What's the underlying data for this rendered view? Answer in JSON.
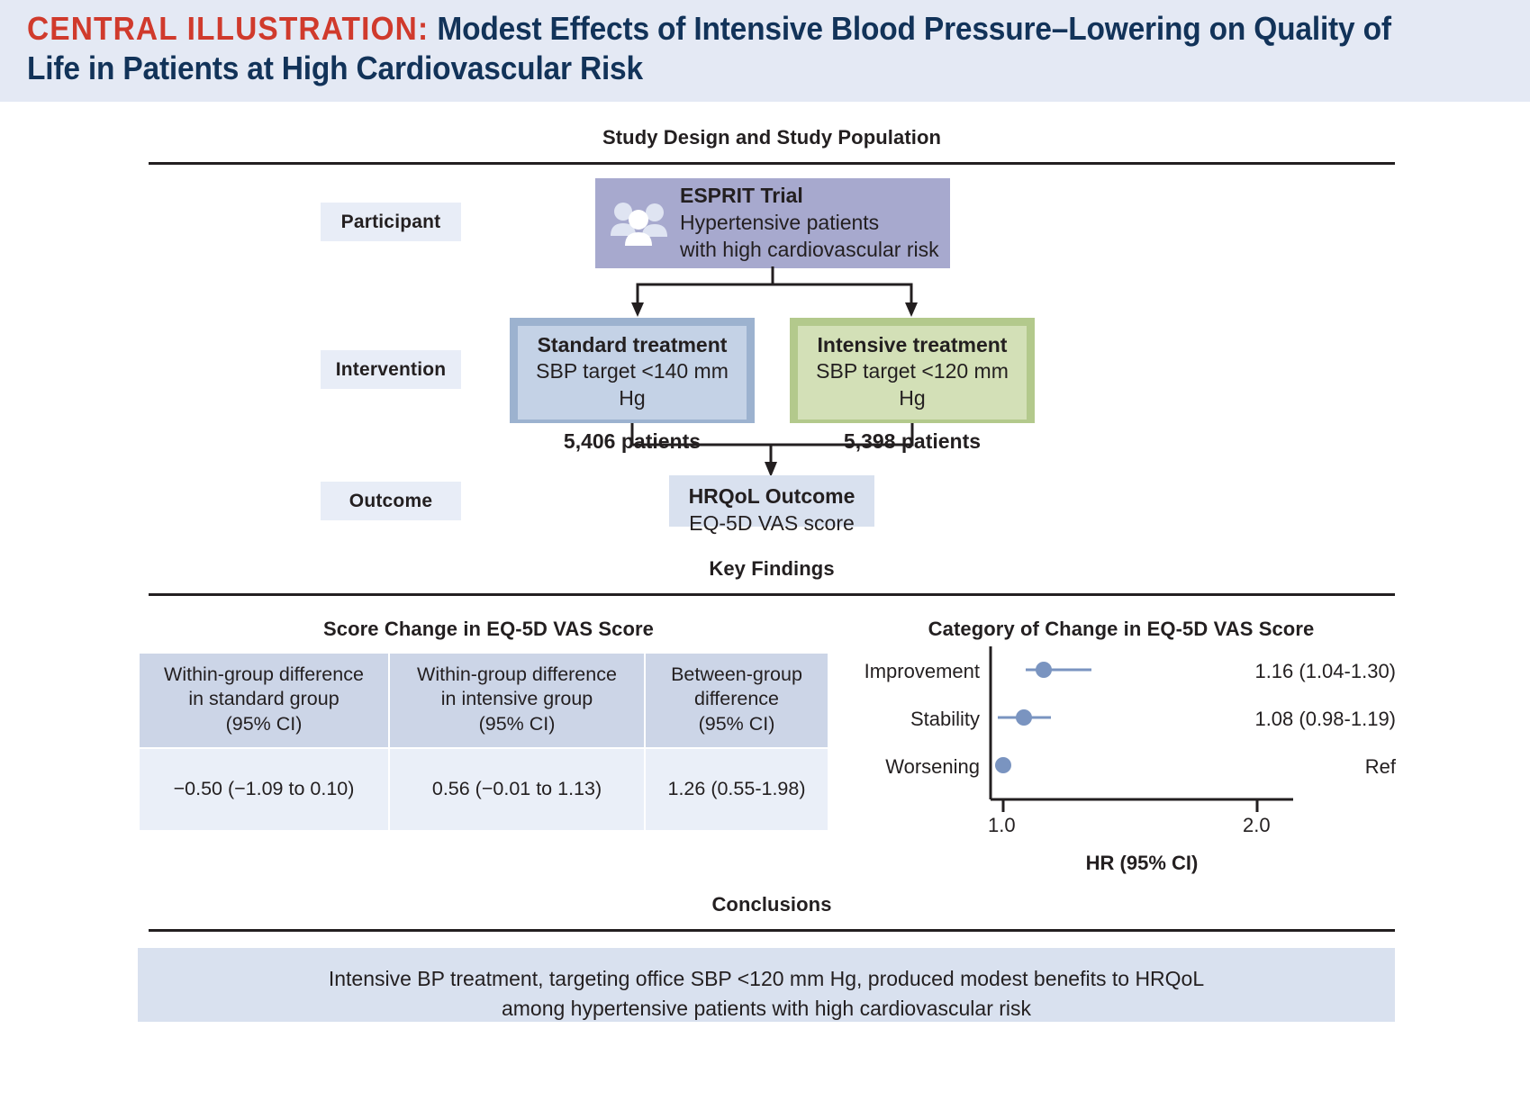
{
  "header": {
    "label": "CENTRAL ILLUSTRATION:",
    "title": "Modest Effects of Intensive Blood Pressure–Lowering on Quality of Life in Patients at High Cardiovascular Risk",
    "label_color": "#d03a2c",
    "title_color": "#123359",
    "banner_color": "#e4e9f4"
  },
  "sections": {
    "study_design": "Study Design and Study Population",
    "key_findings": "Key Findings",
    "conclusions": "Conclusions"
  },
  "flow": {
    "row_labels": {
      "participant": "Participant",
      "intervention": "Intervention",
      "outcome": "Outcome"
    },
    "participant": {
      "title": "ESPRIT Trial",
      "line1": "Hypertensive patients",
      "line2": "with high cardiovascular risk",
      "icon": "people-group-icon",
      "color": "#a7a9ce"
    },
    "standard": {
      "title": "Standard treatment",
      "target": "SBP target <140 mm Hg",
      "count": "5,406 patients",
      "outer_color": "#9cb2cf",
      "inner_color": "#c4d2e6"
    },
    "intensive": {
      "title": "Intensive treatment",
      "target": "SBP target <120 mm Hg",
      "count": "5,398 patients",
      "outer_color": "#b3c98c",
      "inner_color": "#d3e0b7"
    },
    "outcome": {
      "title": "HRQoL Outcome",
      "detail": "EQ-5D VAS score",
      "color": "#d9e1ef"
    }
  },
  "score_change": {
    "title": "Score Change in EQ-5D VAS Score",
    "headers": [
      "Within-group difference\nin standard group\n(95% CI)",
      "Within-group difference\nin intensive group\n(95% CI)",
      "Between-group\ndifference\n(95% CI)"
    ],
    "values": [
      "−0.50 (−1.09 to 0.10)",
      "0.56 (−0.01 to 1.13)",
      "1.26 (0.55-1.98)"
    ]
  },
  "chart_data": {
    "type": "scatter",
    "title": "Category of Change in EQ-5D VAS Score",
    "xlabel": "HR (95% CI)",
    "ylabel": "",
    "xlim": [
      0.95,
      2.12
    ],
    "xticks": [
      1.0,
      2.0
    ],
    "xtick_labels": [
      "1.0",
      "2.0"
    ],
    "grid": false,
    "legend": "none",
    "marker_color": "#7a94c0",
    "line_color": "#7a94c0",
    "categories": [
      "Improvement",
      "Stability",
      "Worsening"
    ],
    "points": [
      {
        "category": "Improvement",
        "hr": 1.16,
        "ci_low": 1.04,
        "ci_high": 1.3,
        "label": "1.16 (1.04-1.30)"
      },
      {
        "category": "Stability",
        "hr": 1.08,
        "ci_low": 0.98,
        "ci_high": 1.19,
        "label": "1.08 (0.98-1.19)"
      },
      {
        "category": "Worsening",
        "hr": 1.0,
        "ci_low": null,
        "ci_high": null,
        "label": "Ref"
      }
    ]
  },
  "conclusion": {
    "line1": "Intensive BP treatment, targeting office SBP <120 mm Hg, produced modest benefits to HRQoL",
    "line2": "among hypertensive patients with high cardiovascular risk",
    "color": "#d9e1ef"
  }
}
